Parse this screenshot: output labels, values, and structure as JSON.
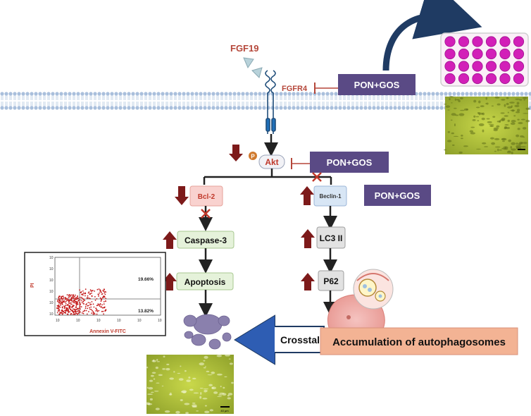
{
  "labels": {
    "ligand": "FGF19",
    "receptor": "FGFR4",
    "treatment_1": "PON+GOS",
    "treatment_2": "PON+GOS",
    "treatment_3": "PON+GOS",
    "phospho": "P",
    "akt": "Akt",
    "bcl2": "Bcl-2",
    "beclin1": "Beclin-1",
    "caspase3": "Caspase-3",
    "lc3": "LC3 II",
    "apoptosis": "Apoptosis",
    "p62": "P62",
    "crosstalk": "Crosstalk",
    "autophagosomes": "Accumulation of autophagosomes"
  },
  "flow_plot": {
    "xlabel": "Annexin V-FITC",
    "ylabel": "PI",
    "q_upper_right": "19.66%",
    "q_lower_right": "13.82%"
  },
  "micrograph_scale": "40 μm",
  "colors": {
    "treatment_box": "#5a4a85",
    "inhibit_line": "#b5473a",
    "regulation_arrow": "#7d1a1a",
    "akt_text": "#c0392b",
    "bcl2_fill": "#f9d2cf",
    "beclin_fill": "#d8e6f5",
    "green_node": "#e5f2da",
    "gray_node": "#e2e2e2",
    "autophagosome_box": "#f3b394",
    "membrane": "#c8d8ec",
    "well_plate_dot": "#d21fb8"
  }
}
